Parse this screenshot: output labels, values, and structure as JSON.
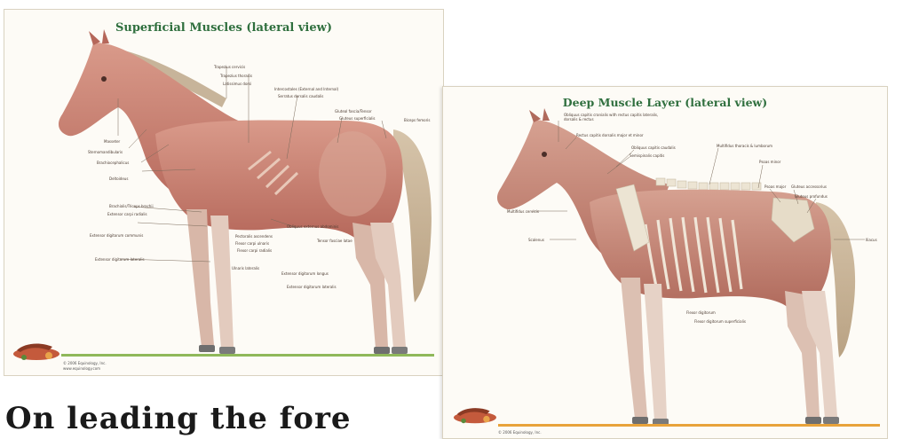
{
  "poster1": {
    "title": "Superficial Muscles (lateral view)",
    "labels": [
      {
        "id": "p1l1",
        "text": "Trapezius cervicis"
      },
      {
        "id": "p1l2",
        "text": "Trapezius thoracis"
      },
      {
        "id": "p1l3",
        "text": "Latissimus dorsi"
      },
      {
        "id": "p1l4",
        "text": "Intercostales (External and Internal)"
      },
      {
        "id": "p1l5",
        "text": "Serratus dorsalis caudalis"
      },
      {
        "id": "p1l6",
        "text": "Gluteal fascia/Tensor"
      },
      {
        "id": "p1l7",
        "text": "Gluteus superficialis"
      },
      {
        "id": "p1l8",
        "text": "Biceps femoris"
      },
      {
        "id": "p1l9",
        "text": "Masseter"
      },
      {
        "id": "p1l10",
        "text": "Sternomandibularis"
      },
      {
        "id": "p1l11",
        "text": "Brachiocephalicus"
      },
      {
        "id": "p1l12",
        "text": "Deltoideus"
      },
      {
        "id": "p1l13",
        "text": "Brachialis/Triceps brachii"
      },
      {
        "id": "p1l14",
        "text": "Extensor carpi radialis"
      },
      {
        "id": "p1l15",
        "text": "Extensor digitorum communis"
      },
      {
        "id": "p1l16",
        "text": "Extensor digitorum lateralis"
      },
      {
        "id": "p1l17",
        "text": "Obliquus externus abdominis"
      },
      {
        "id": "p1l18",
        "text": "Pectoralis ascendens"
      },
      {
        "id": "p1l19",
        "text": "Flexor carpi ulnaris"
      },
      {
        "id": "p1l20",
        "text": "Flexor carpi radialis"
      },
      {
        "id": "p1l21",
        "text": "Ulnaris lateralis"
      },
      {
        "id": "p1l22",
        "text": "Tensor fasciae latae"
      },
      {
        "id": "p1l23",
        "text": "Extensor digitorum longus"
      },
      {
        "id": "p1l24",
        "text": "Extensor digitorum lateralis"
      }
    ],
    "footer": [
      "© 2006 Equinology, Inc.",
      "www.equinology.com"
    ]
  },
  "poster2": {
    "title": "Deep Muscle Layer (lateral view)",
    "labels": [
      {
        "id": "p2l1",
        "text": "Obliquus capitis cranialis with rectus capitis lateralis, dorsalis & rectus"
      },
      {
        "id": "p2l2",
        "text": "Rectus capitis dorsalis major et minor"
      },
      {
        "id": "p2l3",
        "text": "Obliquus capitis caudalis"
      },
      {
        "id": "p2l4",
        "text": "Semispinalis capitis"
      },
      {
        "id": "p2l5",
        "text": "Multifidus thoracis & lumborum"
      },
      {
        "id": "p2l6",
        "text": "Psoas minor"
      },
      {
        "id": "p2l7",
        "text": "Psoas major"
      },
      {
        "id": "p2l8",
        "text": "Gluteus accessorius"
      },
      {
        "id": "p2l9",
        "text": "Gluteus profundus"
      },
      {
        "id": "p2l10",
        "text": "Multifidus cervicis"
      },
      {
        "id": "p2l11",
        "text": "Scalenus"
      },
      {
        "id": "p2l12",
        "text": "Iliacus"
      },
      {
        "id": "p2l13",
        "text": "Flexor digitorum"
      },
      {
        "id": "p2l14",
        "text": "Flexor digitorum superficialis"
      }
    ],
    "footer": [
      "© 2006 Equinology, Inc."
    ]
  },
  "bottom_text": "On leading the fore",
  "colors": {
    "title_green": "#2f6f3e",
    "muscle": "#c97d6f",
    "muscle_dark": "#9e4f43",
    "bone": "#ece4d3",
    "mane": "#c7b49a",
    "accent_green": "#8fb85a",
    "accent_orange": "#e8a33b"
  }
}
